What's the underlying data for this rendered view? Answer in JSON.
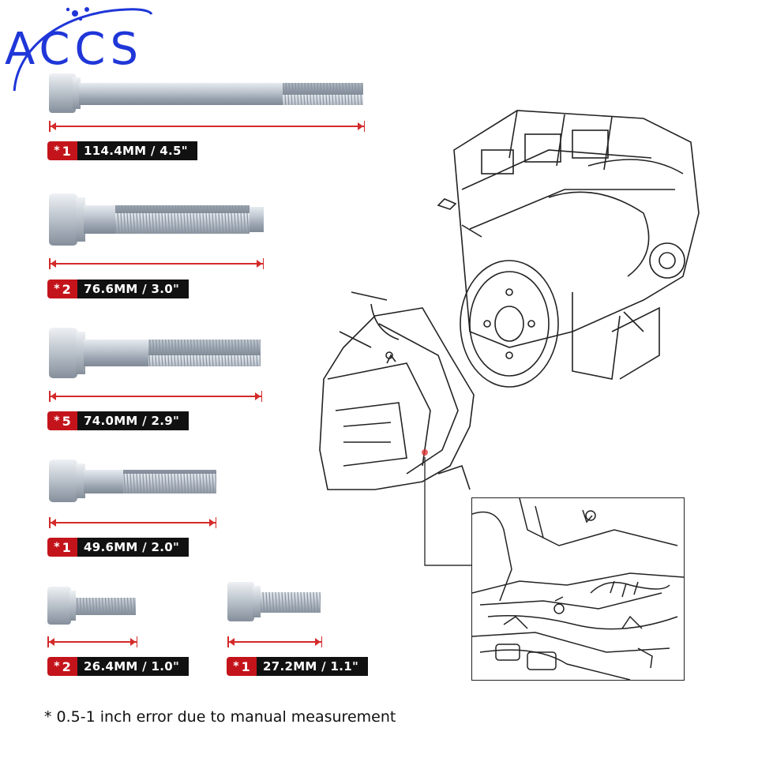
{
  "brand": {
    "logo_text": "ACCS",
    "logo_color": "#1f36d8"
  },
  "bolts": [
    {
      "qty_star": "*",
      "qty": "1",
      "length": "114.4MM / 4.5\""
    },
    {
      "qty_star": "*",
      "qty": "2",
      "length": "76.6MM / 3.0\""
    },
    {
      "qty_star": "*",
      "qty": "5",
      "length": "74.0MM / 2.9\""
    },
    {
      "qty_star": "*",
      "qty": "1",
      "length": "49.6MM / 2.0\""
    },
    {
      "qty_star": "*",
      "qty": "2",
      "length": "26.4MM / 1.0\""
    },
    {
      "qty_star": "*",
      "qty": "1",
      "length": "27.2MM / 1.1\""
    }
  ],
  "footnote": "* 0.5-1 inch error due to manual measurement",
  "colors": {
    "qty_badge": "#c4141b",
    "length_badge": "#111111",
    "dimension_line": "#d42a2a"
  },
  "illustrations": {
    "main": "engine-transmission-line-drawing",
    "inset": "bellhousing-bolt-detail-drawing"
  }
}
